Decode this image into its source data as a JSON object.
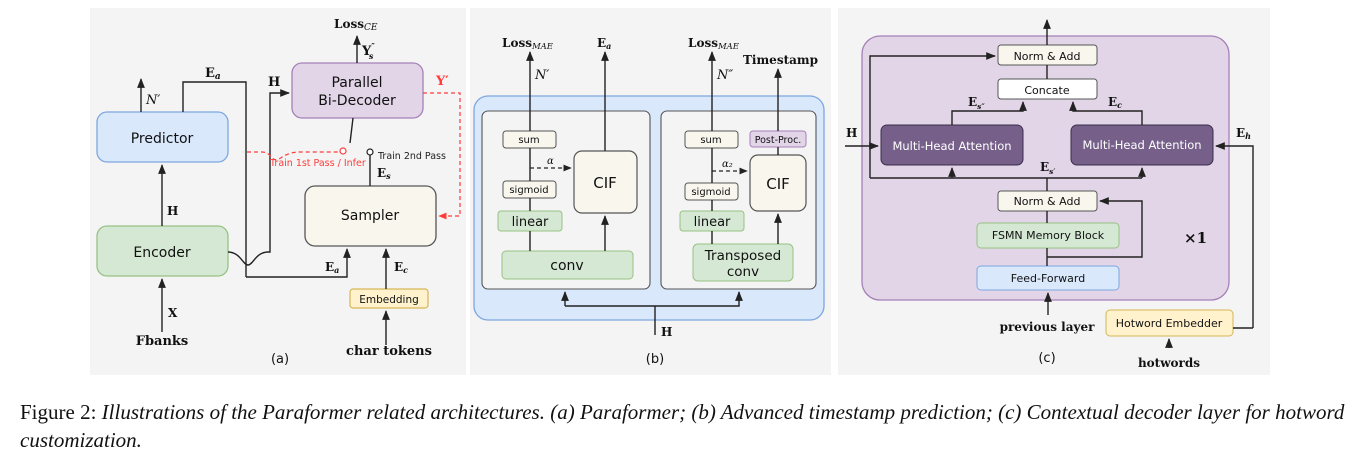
{
  "colors": {
    "predictor": "#dae8fc",
    "predictor_border": "#7ea6e0",
    "encoder": "#d5e8d4",
    "encoder_border": "#97c282",
    "decoder": "#e1d5e7",
    "decoder_border": "#a680b8",
    "sampler": "#f9f7ed",
    "sampler_border": "#555555",
    "embedding": "#fff2cc",
    "embedding_border": "#d6b656",
    "mha": "#76608a",
    "mha_border": "#3a2d4a",
    "red": "#ff3b3b"
  },
  "panel_a": {
    "label": "(a)",
    "predictor": "Predictor",
    "encoder": "Encoder",
    "decoder_line1": "Parallel",
    "decoder_line2": "Bi-Decoder",
    "sampler": "Sampler",
    "embedding": "Embedding",
    "loss_ce": "Loss",
    "loss_ce_sub": "CE",
    "y_s": "Y",
    "y_s_sup": "″",
    "y_s_sub": "s",
    "y_prime": "Y′",
    "n_prime": "N′",
    "e_a_top": "E",
    "e_a_sub": "a",
    "h_top": "H",
    "h_mid": "H",
    "x": "X",
    "fbanks": "Fbanks",
    "char_tokens": "char tokens",
    "e_s": "E",
    "e_s_sub": "s",
    "e_c": "E",
    "e_c_sub": "c",
    "train_1st": "Train 1st Pass / Infer",
    "train_2nd": "Train 2nd Pass"
  },
  "panel_b": {
    "label": "(b)",
    "loss_mae_1": "Loss",
    "loss_mae_2": "Loss",
    "loss_mae_sub": "MAE",
    "e_a": "E",
    "e_a_sub": "a",
    "timestamp": "Timestamp",
    "n_prime": "N′",
    "n_dprime": "N″",
    "sum": "sum",
    "sigmoid": "sigmoid",
    "linear": "linear",
    "cif": "CIF",
    "conv": "conv",
    "transposed_1": "Transposed",
    "transposed_2": "conv",
    "post_proc": "Post-Proc.",
    "alpha": "α",
    "alpha2": "α₂",
    "h": "H"
  },
  "panel_c": {
    "label": "(c)",
    "norm_add": "Norm & Add",
    "concate": "Concate",
    "mha": "Multi-Head Attention",
    "fsmn": "FSMN Memory Block",
    "ffn": "Feed-Forward",
    "hotword_embedder": "Hotword Embedder",
    "previous_layer": "previous layer",
    "hotwords": "hotwords",
    "h": "H",
    "e_h": "E",
    "e_h_sub": "h",
    "e_s2": "E",
    "e_s2_sub": "s″",
    "e_c": "E",
    "e_c_sub": "c",
    "e_s1": "E",
    "e_s1_sub": "s′",
    "repeat": "×1"
  },
  "caption": {
    "prefix": "Figure 2: ",
    "text": "Illustrations of the Paraformer related architectures. (a) Paraformer; (b) Advanced timestamp prediction; (c) Contextual decoder layer for hotword customization."
  }
}
